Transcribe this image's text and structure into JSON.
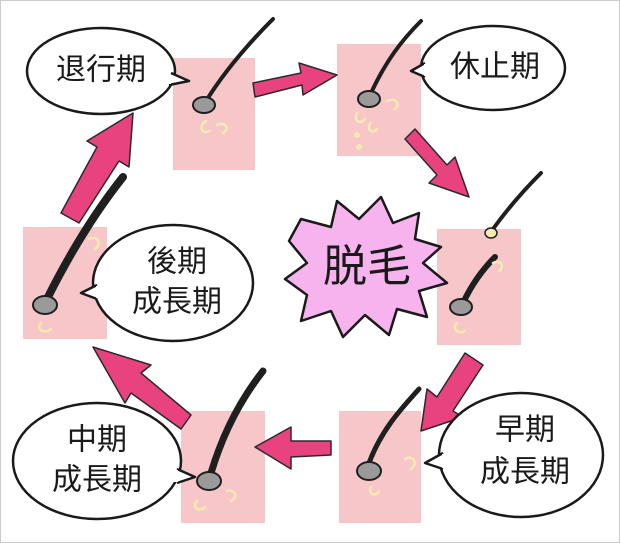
{
  "stages": {
    "taikoki": "退行期",
    "kyushiki": "休止期",
    "soki_line1": "早期",
    "soki_line2": "成長期",
    "chuki_line1": "中期",
    "chuki_line2": "成長期",
    "koki_line1": "後期",
    "koki_line2": "成長期"
  },
  "center_label": "脱毛",
  "colors": {
    "arrow": "#e8437f",
    "skin": "#f7c6c9",
    "starburst": "#f7b3ee",
    "papilla": "#f6eab0"
  }
}
